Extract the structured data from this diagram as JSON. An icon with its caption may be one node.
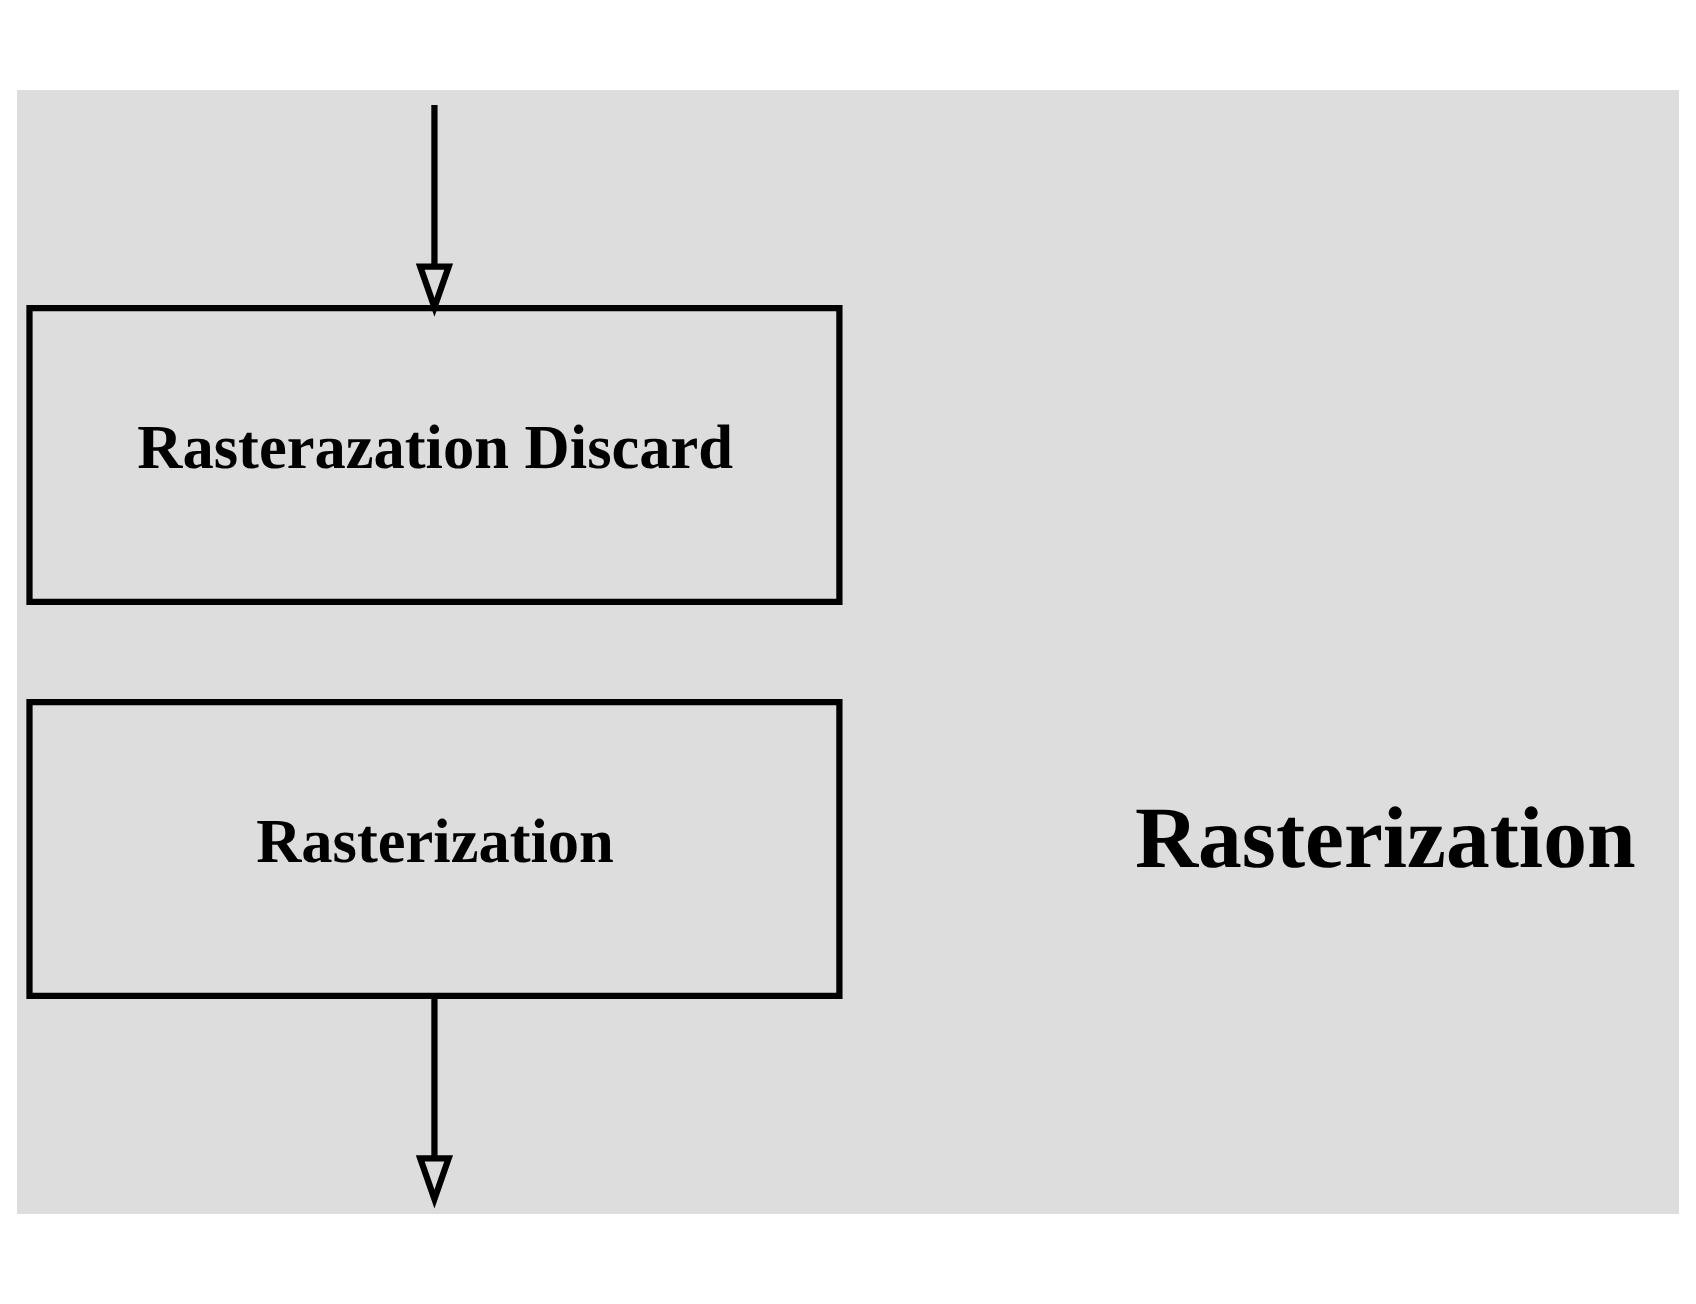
{
  "diagram": {
    "nodes": [
      {
        "text": [
          "Rasterazation Discard"
        ]
      },
      {
        "text": [
          "Rasterization"
        ]
      }
    ],
    "edges": [
      {
        "from": null,
        "to": 0,
        "arrow": "to"
      },
      {
        "from": 1,
        "to": null,
        "arrow": "to"
      }
    ],
    "labels": [
      "Rasterization"
    ]
  }
}
